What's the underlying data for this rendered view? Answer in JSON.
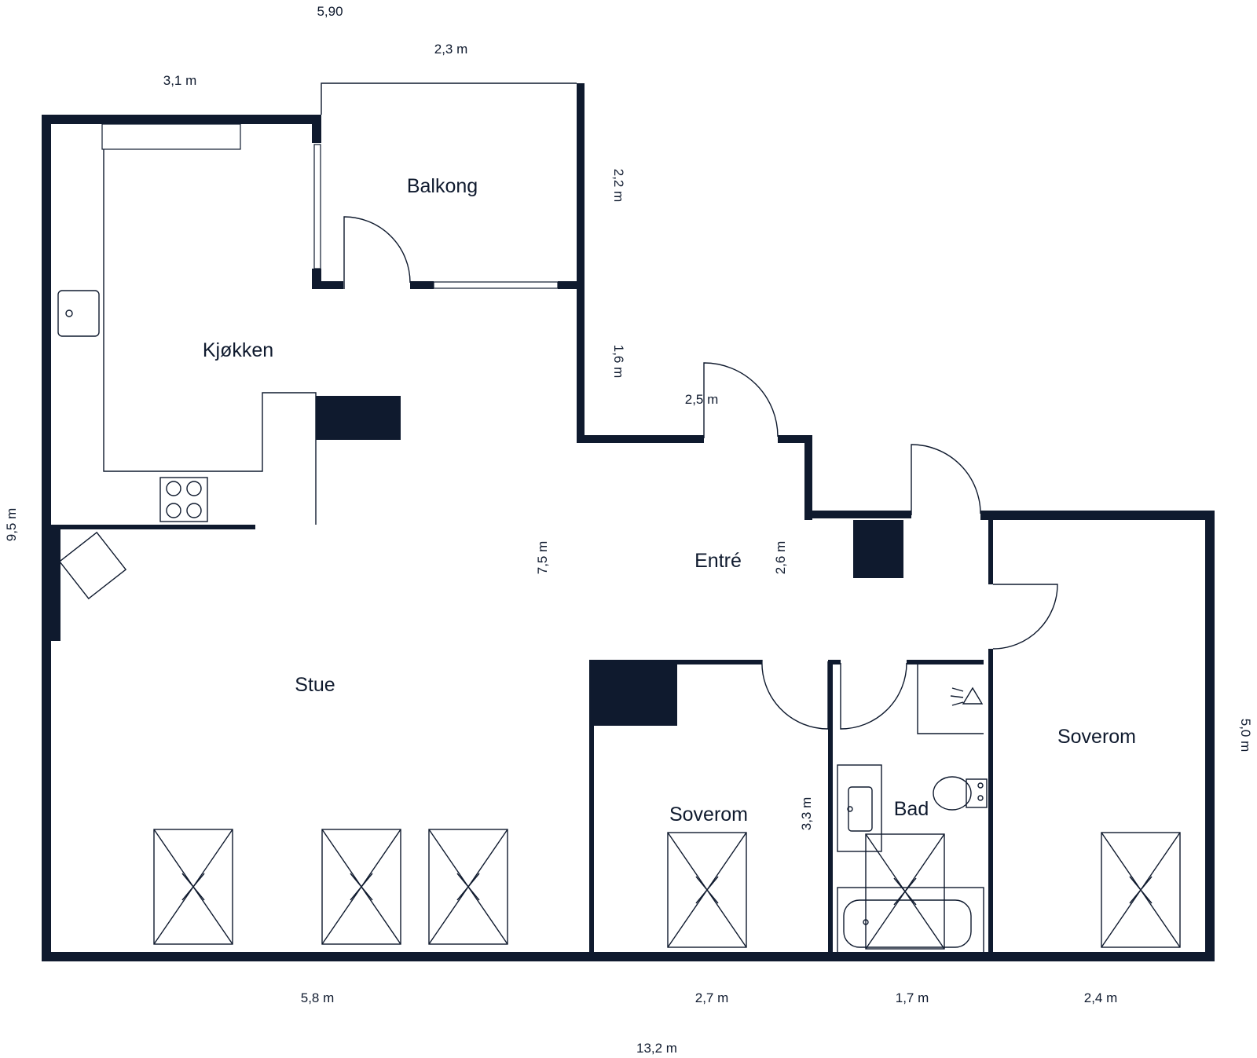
{
  "rooms": {
    "balkong": "Balkong",
    "kjokken": "Kjøkken",
    "entre": "Entré",
    "stue": "Stue",
    "soverom_left": "Soverom",
    "bad": "Bad",
    "soverom_right": "Soverom"
  },
  "dimensions": {
    "top_overall": "5,90",
    "balkong_width": "2,3 m",
    "kjokken_width": "3,1 m",
    "balkong_depth": "2,2 m",
    "east_step": "1,6 m",
    "entry_width": "2,5 m",
    "left_height": "9,5 m",
    "stue_depth": "7,5 m",
    "entre_depth": "2,6 m",
    "soverom_depth": "3,3 m",
    "right_height": "5,0 m",
    "stue_width": "5,8 m",
    "soverom_width": "2,7 m",
    "bad_width": "1,7 m",
    "soverom_right_width": "2,4 m",
    "total_width": "13,2 m"
  },
  "colors": {
    "wall": "#0f1a2e",
    "background": "#ffffff"
  }
}
